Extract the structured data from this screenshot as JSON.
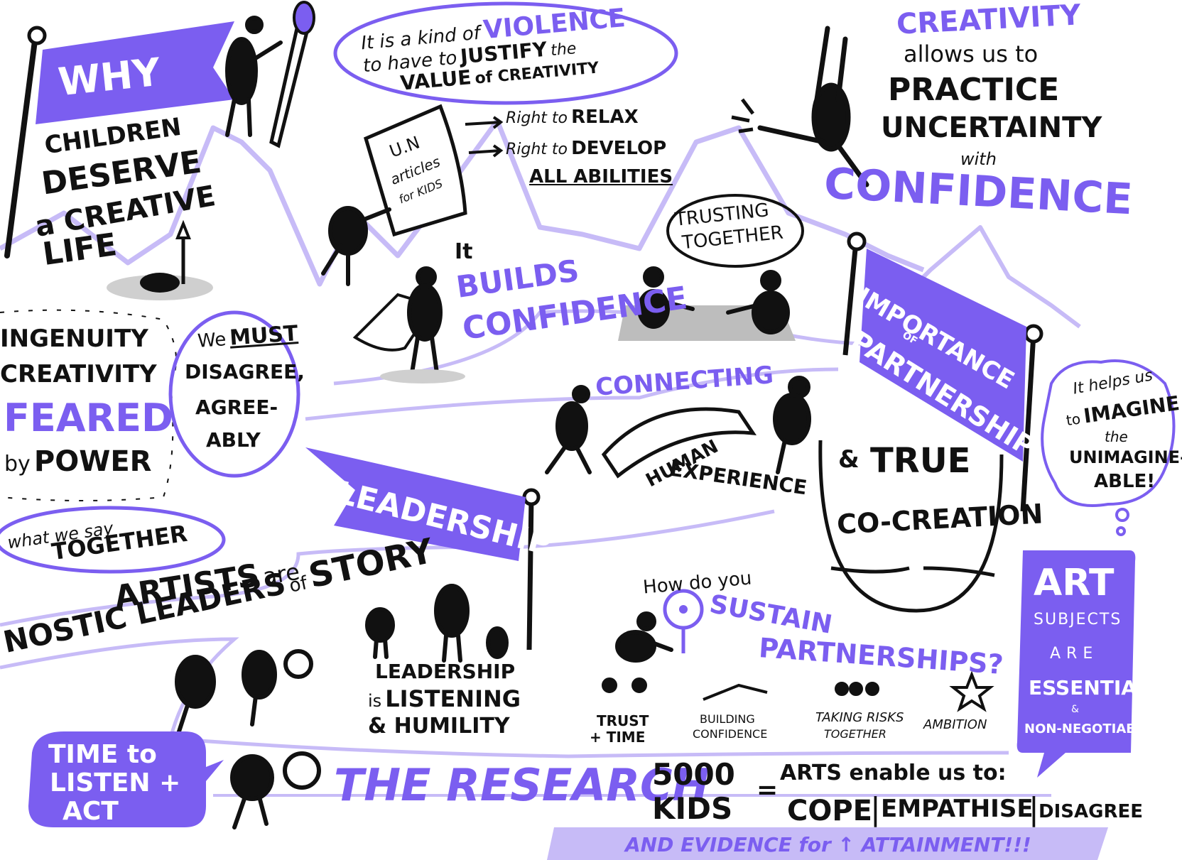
{
  "colors": {
    "accent": "#7b5ef0",
    "accent_light": "#c7bbf7",
    "ink": "#111111",
    "paper": "#ffffff"
  },
  "why": {
    "flag": "WHY",
    "line1": "CHILDREN",
    "line2": "DESERVE",
    "line3": "a CREATIVE",
    "line4": "LIFE"
  },
  "violence": {
    "line1a": "It is a kind of",
    "line1b": "VIOLENCE",
    "line2a": "to have to",
    "line2b": "JUSTIFY",
    "line2c": "the",
    "line3a": "VALUE",
    "line3b": "of CREATIVITY"
  },
  "un": {
    "scroll_line1": "U.N",
    "scroll_line2": "articles",
    "scroll_line3": "for KIDS",
    "right1a": "Right to",
    "right1b": "RELAX",
    "right2a": "Right to",
    "right2b": "DEVELOP",
    "right2c": "ALL ABILITIES"
  },
  "creativity_quote": {
    "word": "CREATIVITY",
    "line2": "allows us to",
    "line3": "PRACTICE",
    "line4": "UNCERTAINTY",
    "line5": "with",
    "line6": "CONFIDENCE"
  },
  "builds": {
    "it": "It",
    "builds": "BUILDS",
    "confidence": "CONFIDENCE"
  },
  "trusting": {
    "line1": "TRUSTING",
    "line2": "TOGETHER"
  },
  "partnership_banner": {
    "line1": "IMPORTANCE",
    "of": "OF",
    "line2": "PARTNERSHIP"
  },
  "ingenuity": {
    "line1": "INGENUITY",
    "line2": "CREATIVITY",
    "line3": "FEARED",
    "line4a": "by",
    "line4b": "POWER"
  },
  "must_disagree": {
    "line1a": "We",
    "line1b": "MUST",
    "line2": "DISAGREE,",
    "line3": "AGREE-",
    "line4": "ABLY"
  },
  "what_we_say": {
    "line1": "what we say",
    "line2": "TOGETHER"
  },
  "leadership_flag": "LEADERSHIP",
  "artists": {
    "line1a": "ARTISTS",
    "line1b": "are",
    "line2a": "NOSTIC LEADERS",
    "line2b": "of",
    "line2c": "STORY"
  },
  "leadership_listening": {
    "line1": "LEADERSHIP",
    "line2a": "is",
    "line2b": "LISTENING",
    "line3": "& HUMILITY"
  },
  "connecting": {
    "word": "CONNECTING",
    "human": "HUMAN",
    "experience": "EXPERIENCE"
  },
  "cocreation": {
    "amp": "&",
    "true": "TRUE",
    "cocreation": "CO-CREATION"
  },
  "imagine": {
    "line1": "It helps us",
    "line2a": "to",
    "line2b": "IMAGINE",
    "line3": "the",
    "line4": "UNIMAGINE-",
    "line5": "ABLE!"
  },
  "sustain": {
    "line1": "How do you",
    "line2": "SUSTAIN",
    "line3": "PARTNERSHIPS?"
  },
  "pillars": [
    {
      "label1": "TRUST",
      "label2": "+ TIME"
    },
    {
      "label1": "BUILDING",
      "label2": "CONFIDENCE"
    },
    {
      "label1": "TAKING RISKS",
      "label2": "TOGETHER"
    },
    {
      "label1": "AMBITION",
      "label2": ""
    }
  ],
  "art_box": {
    "line1": "ART",
    "line2": "SUBJECTS",
    "line3": "ARE",
    "line4": "ESSENTIAL",
    "line5": "&",
    "line6": "NON-NEGOTIABLE"
  },
  "time_listen": {
    "line1": "TIME to",
    "line2": "LISTEN +",
    "line3": "ACT"
  },
  "research": {
    "title": "THE RESEARCH",
    "kids1": "5000",
    "kids2": "KIDS",
    "eq": "=",
    "arts": "ARTS enable us to:",
    "cope": "COPE",
    "empathise": "EMPATHISE",
    "disagree": "DISAGREE",
    "evidence": "AND EVIDENCE for ↑ ATTAINMENT!!!"
  }
}
